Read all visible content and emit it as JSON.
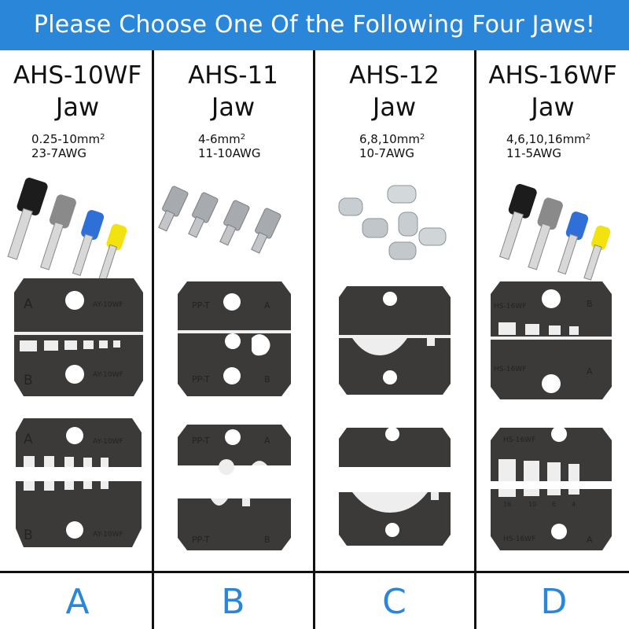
{
  "banner": {
    "text": "Please Choose One Of the Following Four Jaws!"
  },
  "colors": {
    "banner_bg": "#2a86d9",
    "letter": "#2a86d9",
    "die": "#3b3a39",
    "ferrule_black": "#1c1c1c",
    "ferrule_grey": "#8a8a8a",
    "ferrule_blue": "#2f6fd8",
    "ferrule_yellow": "#f1e210"
  },
  "columns": [
    {
      "model": "AHS-10WF",
      "jaw": "Jaw",
      "spec_mm": "0.25-10mm",
      "spec_sup": "2",
      "spec_awg": "23-7AWG",
      "option": "A"
    },
    {
      "model": "AHS-11",
      "jaw": "Jaw",
      "spec_mm": "4-6mm",
      "spec_sup": "2",
      "spec_awg": "11-10AWG",
      "option": "B"
    },
    {
      "model": "AHS-12",
      "jaw": "Jaw",
      "spec_mm": "6,8,10mm",
      "spec_sup": "2",
      "spec_awg": "10-7AWG",
      "option": "C"
    },
    {
      "model": "AHS-16WF",
      "jaw": "Jaw",
      "spec_mm": "4,6,10,16mm",
      "spec_sup": "2",
      "spec_awg": "11-5AWG",
      "option": "D"
    }
  ],
  "die_marks": {
    "a_top": [
      "A",
      "AY-10WF"
    ],
    "a_bot": [
      "B",
      "AY-10WF"
    ],
    "b_top": [
      "PP-T",
      "A"
    ],
    "b_bot": [
      "PP-T",
      "B"
    ],
    "d_top": [
      "HS-16WF",
      "B"
    ],
    "d_bot": [
      "HS-16WF",
      "A"
    ],
    "d_sizes": [
      "16",
      "10",
      "6",
      "4"
    ]
  }
}
